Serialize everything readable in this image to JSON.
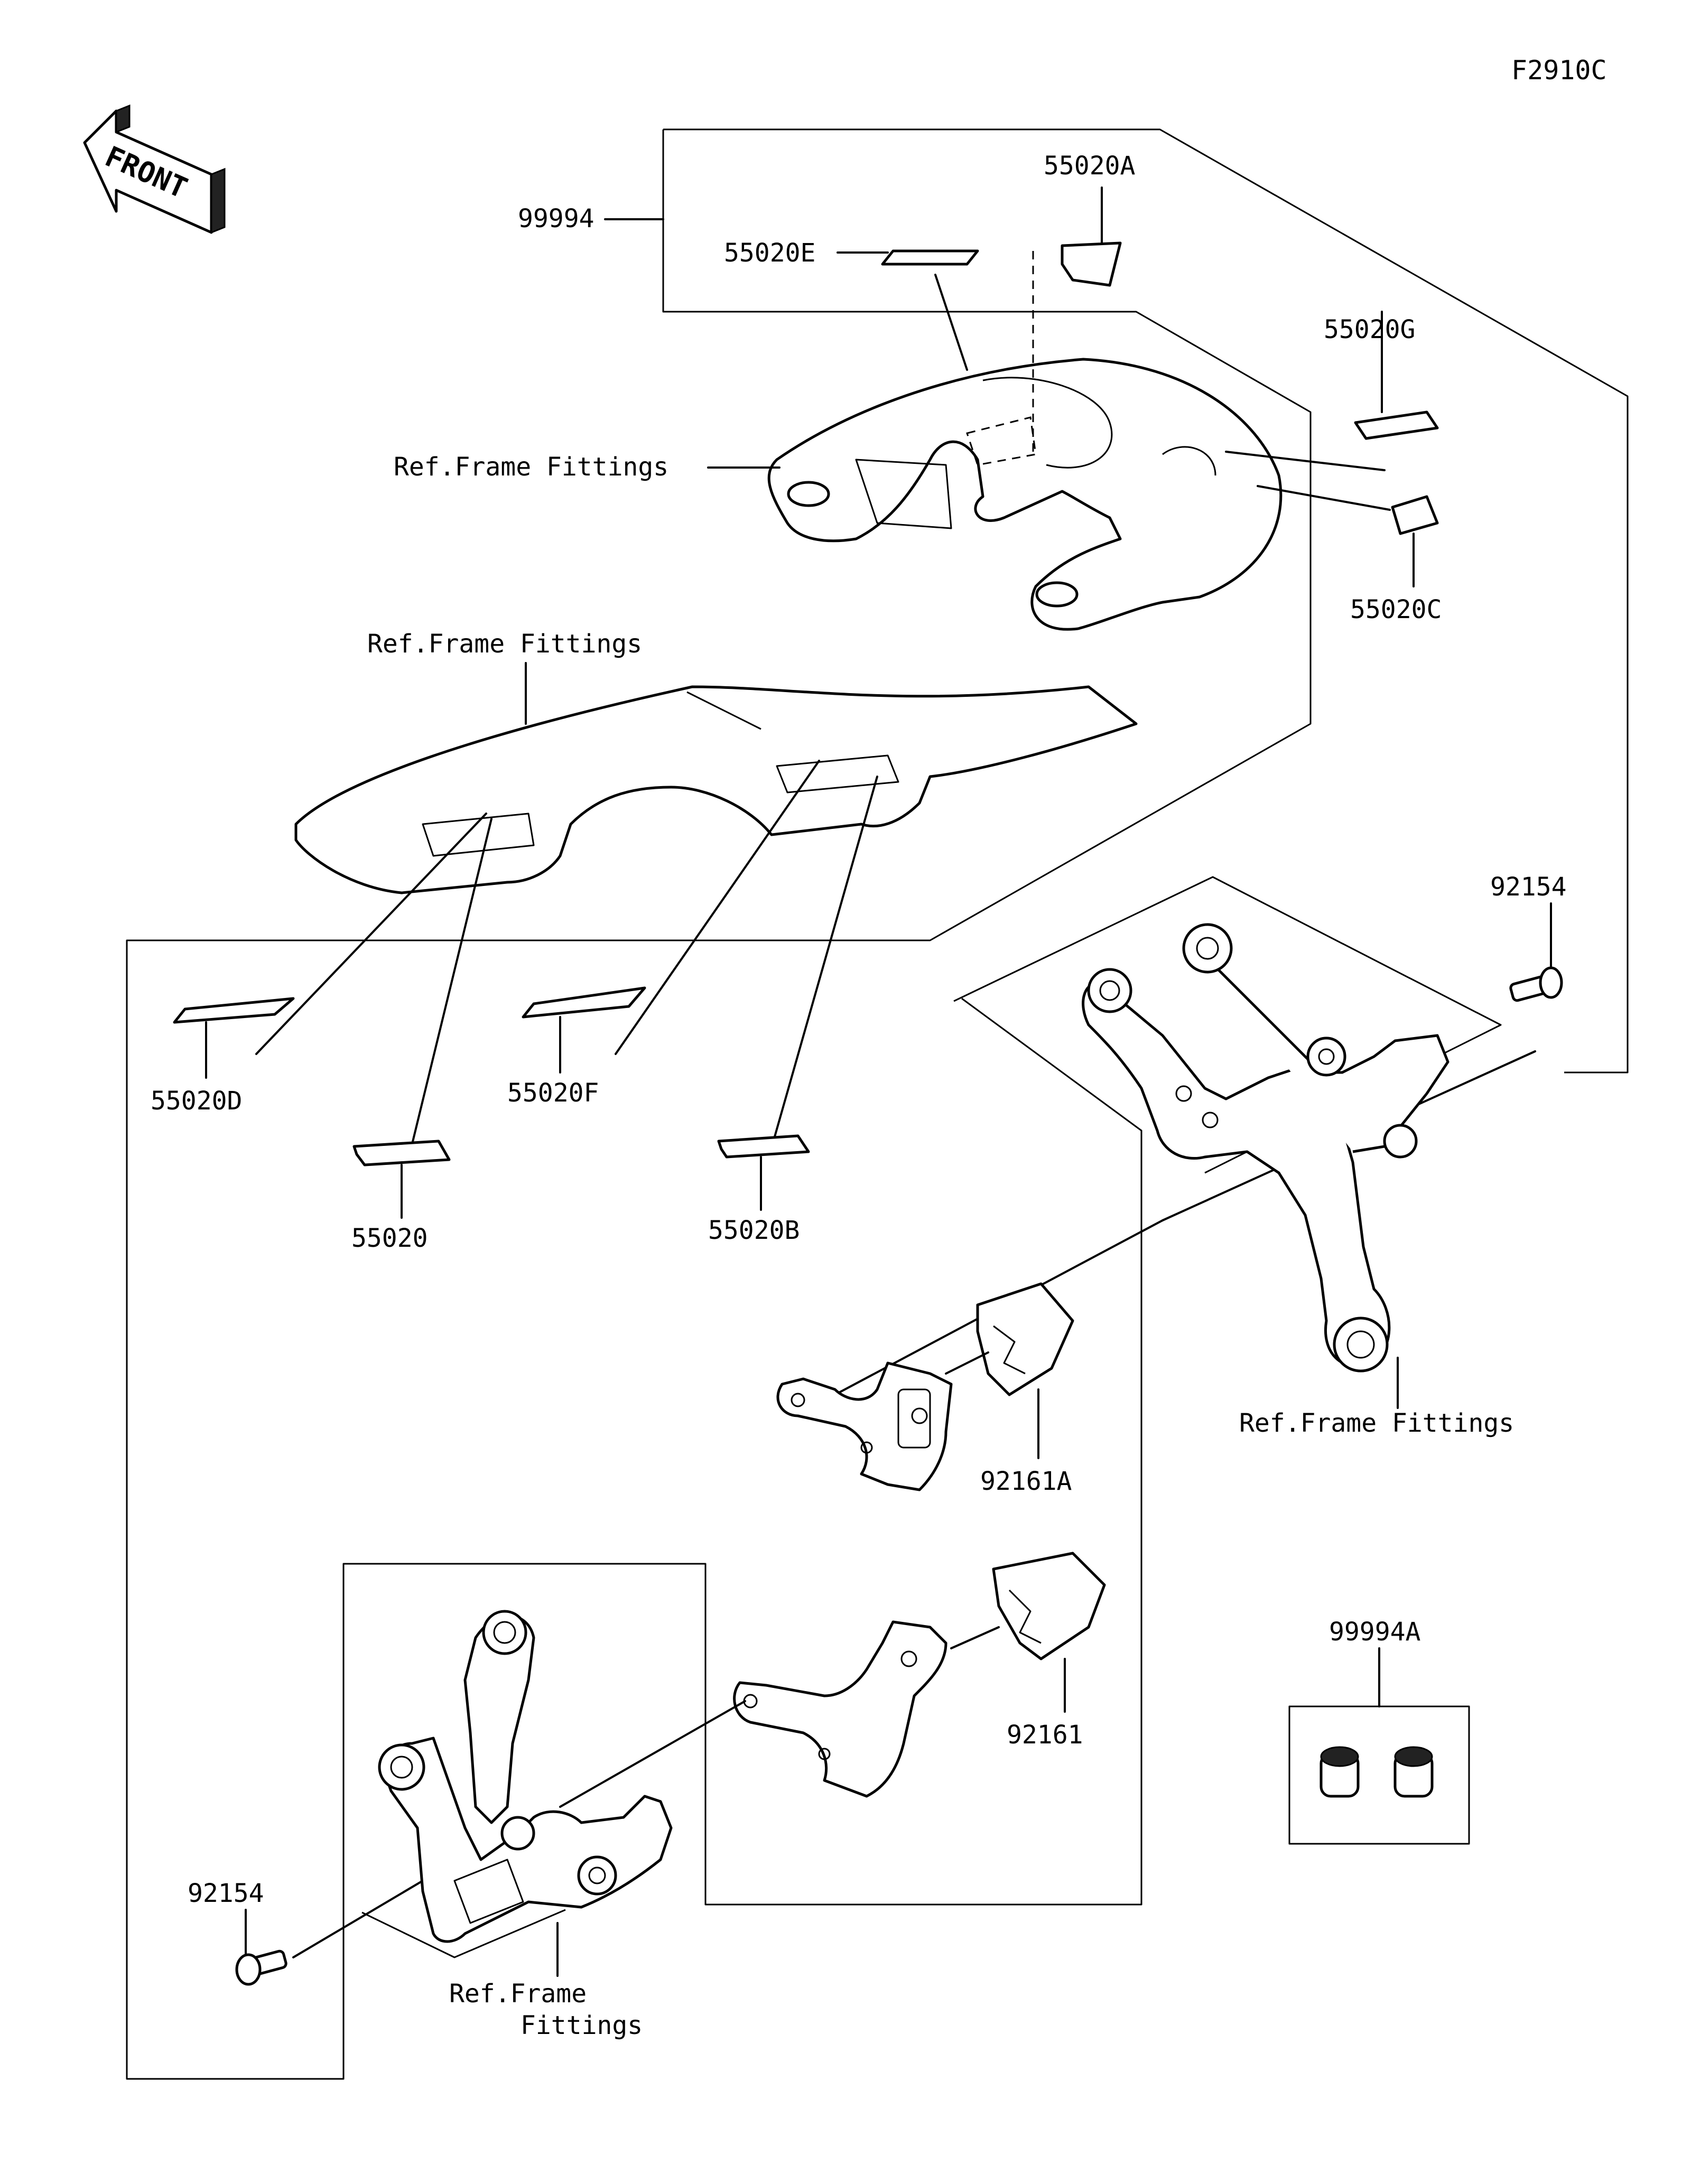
{
  "figure_code": "F2910C",
  "front_label": "FRONT",
  "callouts": {
    "p99994": "99994",
    "p55020A": "55020A",
    "p55020E": "55020E",
    "p55020G": "55020G",
    "p55020C": "55020C",
    "ref1": "Ref.Frame Fittings",
    "ref2": "Ref.Frame Fittings",
    "p92154a": "92154",
    "p55020D": "55020D",
    "p55020F": "55020F",
    "p55020": "55020",
    "p55020B": "55020B",
    "ref3": "Ref.Frame Fittings",
    "p92161A": "92161A",
    "p99994A": "99994A",
    "p92161": "92161",
    "p92154b": "92154",
    "ref4_line1": "Ref.Frame",
    "ref4_line2": "Fittings"
  }
}
